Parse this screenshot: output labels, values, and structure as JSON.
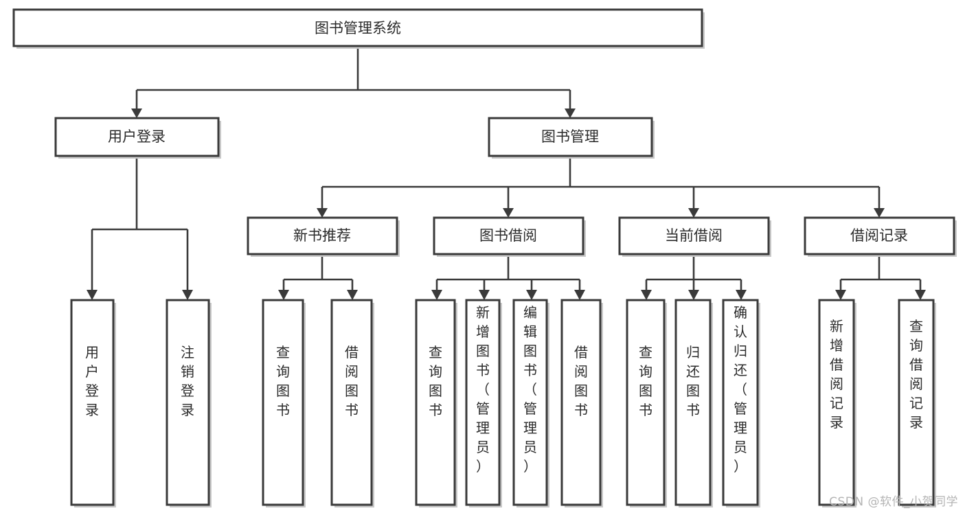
{
  "diagram": {
    "title_node": {
      "label": "图书管理系统"
    },
    "watermark": "CSDN @软件_小贺同学",
    "colors": {
      "box_stroke": "#3a3a3a",
      "box_fill": "#ffffff",
      "connector": "#3a3a3a",
      "text": "#2b2b2b",
      "watermark": "#b4b4b4",
      "shadow": "#c9c9c9",
      "background": "#ffffff"
    },
    "level1": [
      {
        "label": "用户登录"
      },
      {
        "label": "图书管理"
      }
    ],
    "level2": [
      {
        "label": "新书推荐"
      },
      {
        "label": "图书借阅"
      },
      {
        "label": "当前借阅"
      },
      {
        "label": "借阅记录"
      }
    ],
    "leaves": {
      "user_login": [
        {
          "label": "用户登录"
        },
        {
          "label": "注销登录"
        }
      ],
      "new_book_recommend": [
        {
          "label": "查询图书"
        },
        {
          "label": "借阅图书"
        }
      ],
      "book_borrow": [
        {
          "label": "查询图书"
        },
        {
          "label": "新增图书（管理员）"
        },
        {
          "label": "编辑图书（管理员）"
        },
        {
          "label": "借阅图书"
        }
      ],
      "current_borrow": [
        {
          "label": "查询图书"
        },
        {
          "label": "归还图书"
        },
        {
          "label": "确认归还（管理员）"
        }
      ],
      "borrow_record": [
        {
          "label": "新增借阅记录"
        },
        {
          "label": "查询借阅记录"
        }
      ]
    }
  }
}
